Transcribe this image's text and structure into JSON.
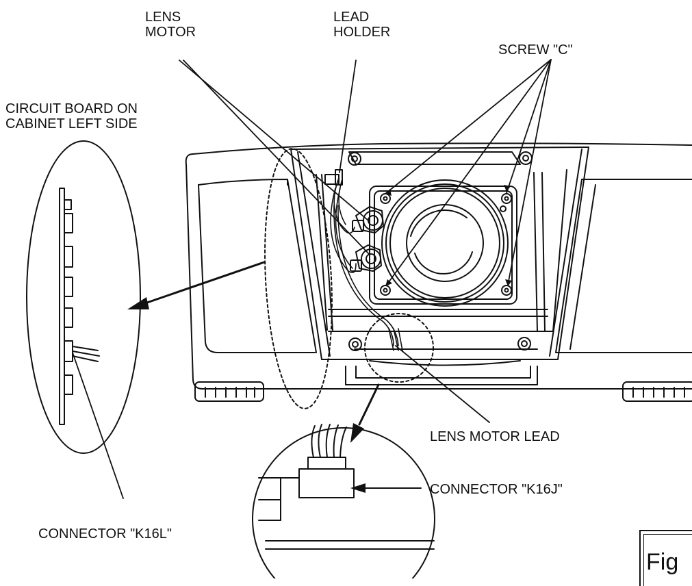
{
  "labels": {
    "lens_motor": [
      "LENS",
      "MOTOR"
    ],
    "lead_holder": [
      "LEAD",
      "HOLDER"
    ],
    "screw_c": "SCREW \"C\"",
    "circuit_board": [
      "CIRCUIT BOARD ON",
      "CABINET LEFT SIDE"
    ],
    "lens_motor_lead": "LENS MOTOR LEAD",
    "connector_k16j": "CONNECTOR \"K16J\"",
    "connector_k16l": "CONNECTOR \"K16L\"",
    "figure": "Fig"
  },
  "colors": {
    "ink": "#111111",
    "paper": "#ffffff"
  }
}
